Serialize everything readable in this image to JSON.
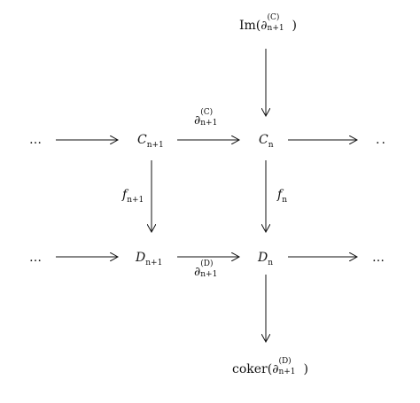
{
  "nodes": {
    "image_top": {
      "prefix": "Im(",
      "main": "∂",
      "sup": "(C)",
      "sub": "n+1",
      "suffix": ")"
    },
    "c_n_plus_1": {
      "main": "C",
      "sub": "n+1"
    },
    "c_n": {
      "main": "C",
      "sub": "n"
    },
    "d_n_plus_1": {
      "main": "D",
      "sub": "n+1"
    },
    "d_n": {
      "main": "D",
      "sub": "n"
    },
    "coker_bottom": {
      "prefix": "coker(",
      "main": "∂",
      "sup": "(D)",
      "sub": "n+1",
      "suffix": ")"
    },
    "dots_top_left": "…",
    "dots_top_right": "..",
    "dots_bottom_left": "…",
    "dots_bottom_right": "…"
  },
  "arrow_labels": {
    "boundary_c": {
      "main": "∂",
      "sup": "(C)",
      "sub": "n+1"
    },
    "boundary_d": {
      "main": "∂",
      "sup": "(D)",
      "sub": "n+1"
    },
    "f_n_plus_1": {
      "main": "f",
      "sub": "n+1"
    },
    "f_n": {
      "main": "f",
      "sub": "n"
    }
  },
  "colors": {
    "stroke": "#111111",
    "background": "#ffffff"
  }
}
